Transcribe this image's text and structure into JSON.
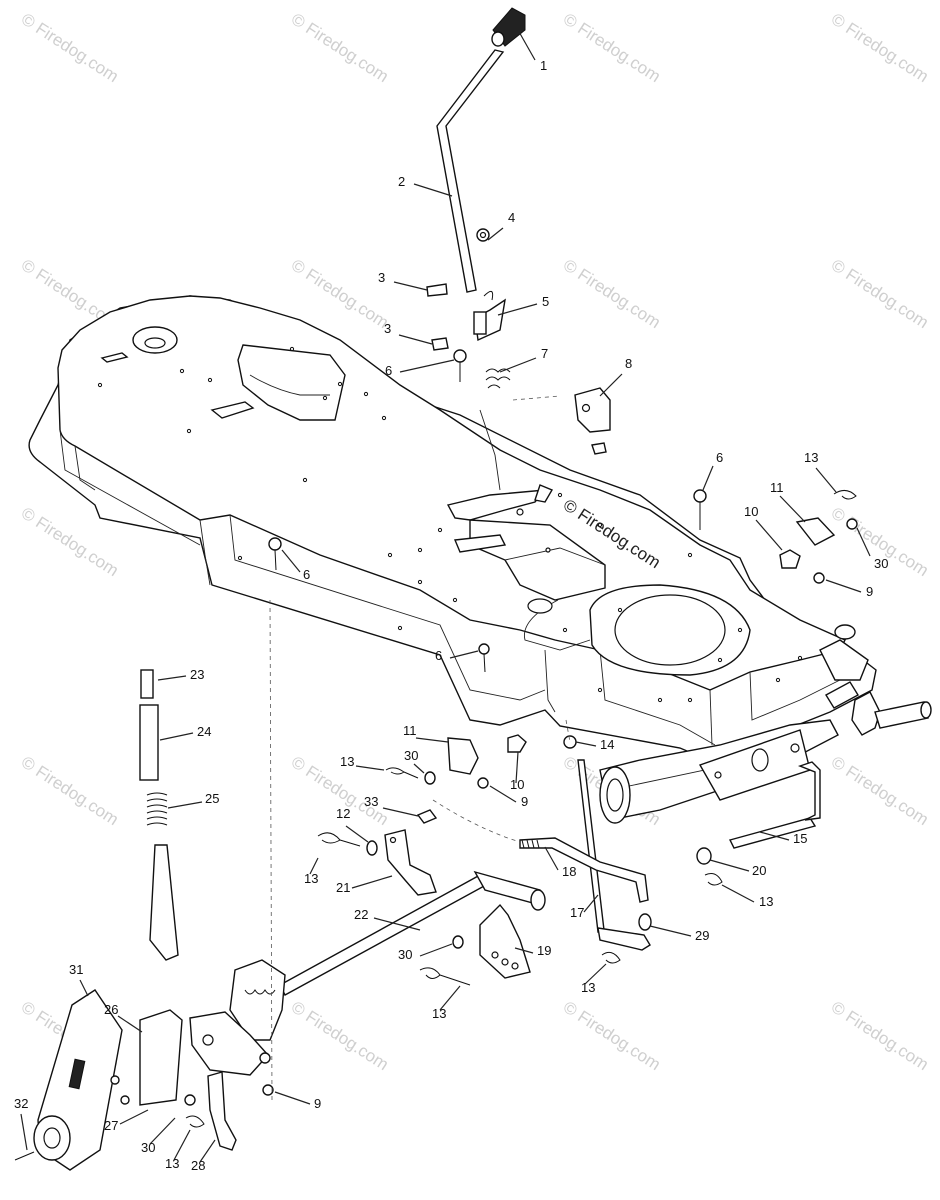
{
  "watermark": {
    "text": "© Firedog.com"
  },
  "copyright": {
    "text": "© Firedog.com"
  },
  "callouts": [
    {
      "id": "c1",
      "label": "1"
    },
    {
      "id": "c2",
      "label": "2"
    },
    {
      "id": "c3a",
      "label": "3"
    },
    {
      "id": "c3b",
      "label": "3"
    },
    {
      "id": "c4",
      "label": "4"
    },
    {
      "id": "c5",
      "label": "5"
    },
    {
      "id": "c6a",
      "label": "6"
    },
    {
      "id": "c7",
      "label": "7"
    },
    {
      "id": "c8",
      "label": "8"
    },
    {
      "id": "c6b",
      "label": "6"
    },
    {
      "id": "c13a",
      "label": "13"
    },
    {
      "id": "c11a",
      "label": "11"
    },
    {
      "id": "c10a",
      "label": "10"
    },
    {
      "id": "c30a",
      "label": "30"
    },
    {
      "id": "c9a",
      "label": "9"
    },
    {
      "id": "c6c",
      "label": "6"
    },
    {
      "id": "c6d",
      "label": "6"
    },
    {
      "id": "c23",
      "label": "23"
    },
    {
      "id": "c24",
      "label": "24"
    },
    {
      "id": "c25",
      "label": "25"
    },
    {
      "id": "c11b",
      "label": "11"
    },
    {
      "id": "c14",
      "label": "14"
    },
    {
      "id": "c13b",
      "label": "13"
    },
    {
      "id": "c30b",
      "label": "30"
    },
    {
      "id": "c10b",
      "label": "10"
    },
    {
      "id": "c9b",
      "label": "9"
    },
    {
      "id": "c33",
      "label": "33"
    },
    {
      "id": "c12",
      "label": "12"
    },
    {
      "id": "c15",
      "label": "15"
    },
    {
      "id": "c18",
      "label": "18"
    },
    {
      "id": "c20",
      "label": "20"
    },
    {
      "id": "c13c",
      "label": "13"
    },
    {
      "id": "c21",
      "label": "21"
    },
    {
      "id": "c13d",
      "label": "13"
    },
    {
      "id": "c22",
      "label": "22"
    },
    {
      "id": "c17",
      "label": "17"
    },
    {
      "id": "c29",
      "label": "29"
    },
    {
      "id": "c30c",
      "label": "30"
    },
    {
      "id": "c19",
      "label": "19"
    },
    {
      "id": "c31",
      "label": "31"
    },
    {
      "id": "c13e",
      "label": "13"
    },
    {
      "id": "c13f",
      "label": "13"
    },
    {
      "id": "c26",
      "label": "26"
    },
    {
      "id": "c9c",
      "label": "9"
    },
    {
      "id": "c32",
      "label": "32"
    },
    {
      "id": "c27",
      "label": "27"
    },
    {
      "id": "c30d",
      "label": "30"
    },
    {
      "id": "c13g",
      "label": "13"
    },
    {
      "id": "c28",
      "label": "28"
    }
  ]
}
